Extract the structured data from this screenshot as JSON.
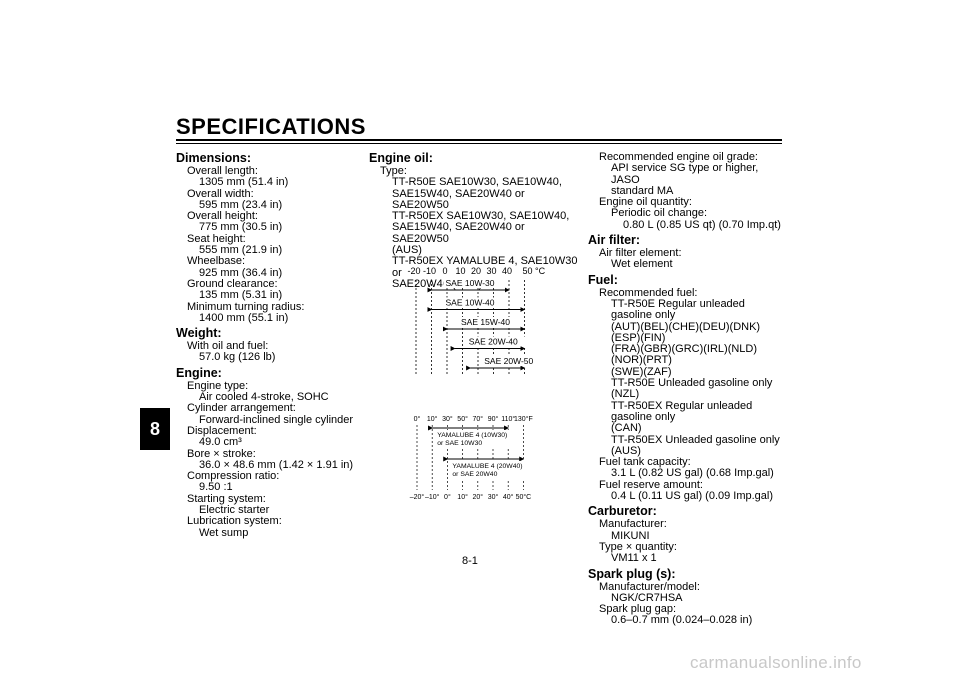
{
  "title": "SPECIFICATIONS",
  "chapter_tab": "8",
  "page_number": "8-1",
  "watermark": "carmanualsonline.info",
  "column1": {
    "dimensions": {
      "heading": "Dimensions:",
      "overall_length_label": "Overall length:",
      "overall_length": "1305 mm (51.4 in)",
      "overall_width_label": "Overall width:",
      "overall_width": "595 mm (23.4 in)",
      "overall_height_label": "Overall height:",
      "overall_height": "775 mm (30.5 in)",
      "seat_height_label": "Seat height:",
      "seat_height": "555 mm (21.9 in)",
      "wheelbase_label": "Wheelbase:",
      "wheelbase": "925 mm (36.4 in)",
      "ground_clearance_label": "Ground clearance:",
      "ground_clearance": "135 mm (5.31 in)",
      "turning_radius_label": "Minimum turning radius:",
      "turning_radius": "1400 mm (55.1 in)"
    },
    "weight": {
      "heading": "Weight:",
      "label": "With oil and fuel:",
      "value": "57.0 kg (126 lb)"
    },
    "engine": {
      "heading": "Engine:",
      "type_label": "Engine type:",
      "type": "Air cooled 4-stroke, SOHC",
      "cylinder_label": "Cylinder arrangement:",
      "cylinder": "Forward-inclined single cylinder",
      "displacement_label": "Displacement:",
      "displacement": "49.0 cm³",
      "bore_label": "Bore × stroke:",
      "bore": "36.0 × 48.6 mm (1.42 × 1.91 in)",
      "compression_label": "Compression ratio:",
      "compression": "9.50 :1",
      "starting_label": "Starting system:",
      "starting": "Electric starter",
      "lubrication_label": "Lubrication system:",
      "lubrication": "Wet sump"
    }
  },
  "column2": {
    "heading": "Engine oil:",
    "type_label": "Type:",
    "type_lines": [
      "TT-R50E SAE10W30, SAE10W40,",
      "SAE15W40, SAE20W40 or SAE20W50",
      "TT-R50EX SAE10W30, SAE10W40,",
      "SAE15W40, SAE20W40 or SAE20W50",
      "(AUS)",
      "TT-R50EX YAMALUBE 4, SAE10W30 or",
      "SAE20W40 (CAN)"
    ]
  },
  "chart_data": [
    {
      "type": "range",
      "unit": "°C",
      "ticks": [
        "-20",
        "-10",
        "0",
        "10",
        "20",
        "30",
        "40",
        "50"
      ],
      "series": [
        {
          "name": "SAE 10W-30",
          "from": -10,
          "to": 40
        },
        {
          "name": "SAE 10W-40",
          "from": -10,
          "to": 50
        },
        {
          "name": "SAE 15W-40",
          "from": 0,
          "to": 50
        },
        {
          "name": "SAE 20W-40",
          "from": 5,
          "to": 50
        },
        {
          "name": "SAE 20W-50",
          "from": 15,
          "to": 50
        }
      ]
    },
    {
      "type": "range",
      "top_ticks": [
        "0°",
        "10°",
        "30°",
        "50°",
        "70°",
        "90°",
        "110°",
        "130°F"
      ],
      "bottom_ticks": [
        "–20°",
        "–10°",
        "0°",
        "10°",
        "20°",
        "30°",
        "40°",
        "50°C"
      ],
      "series": [
        {
          "name": "YAMALUBE 4 (10W30)",
          "name2": "or SAE 10W30",
          "from": -10,
          "to": 40
        },
        {
          "name": "YAMALUBE 4 (20W40)",
          "name2": "or SAE 20W40",
          "from": 0,
          "to": 50
        }
      ]
    }
  ],
  "column3": {
    "grade_label": "Recommended engine oil grade:",
    "grade_lines": [
      "API service SG type or higher, JASO",
      "standard MA"
    ],
    "quantity_label": "Engine oil quantity:",
    "periodic_label": "Periodic oil change:",
    "periodic": "0.80 L (0.85 US qt) (0.70 Imp.qt)",
    "air_filter": {
      "heading": "Air filter:",
      "label": "Air filter element:",
      "value": "Wet element"
    },
    "fuel": {
      "heading": "Fuel:",
      "label": "Recommended fuel:",
      "lines": [
        "TT-R50E Regular unleaded gasoline only",
        "(AUT)(BEL)(CHE)(DEU)(DNK)(ESP)(FIN)",
        "(FRA)(GBR)(GRC)(IRL)(NLD)(NOR)(PRT)",
        "(SWE)(ZAF)",
        "TT-R50E Unleaded gasoline only (NZL)",
        "TT-R50EX Regular unleaded gasoline only",
        "(CAN)",
        "TT-R50EX Unleaded gasoline only (AUS)"
      ],
      "tank_label": "Fuel tank capacity:",
      "tank": "3.1 L (0.82 US gal) (0.68 Imp.gal)",
      "reserve_label": "Fuel reserve amount:",
      "reserve": "0.4 L (0.11 US gal) (0.09 Imp.gal)"
    },
    "carburetor": {
      "heading": "Carburetor:",
      "manufacturer_label": "Manufacturer:",
      "manufacturer": "MIKUNI",
      "type_label": "Type × quantity:",
      "type": "VM11 x 1"
    },
    "spark_plug": {
      "heading": "Spark plug (s):",
      "model_label": "Manufacturer/model:",
      "model": "NGK/CR7HSA",
      "gap_label": "Spark plug gap:",
      "gap": "0.6–0.7 mm (0.024–0.028 in)"
    }
  }
}
